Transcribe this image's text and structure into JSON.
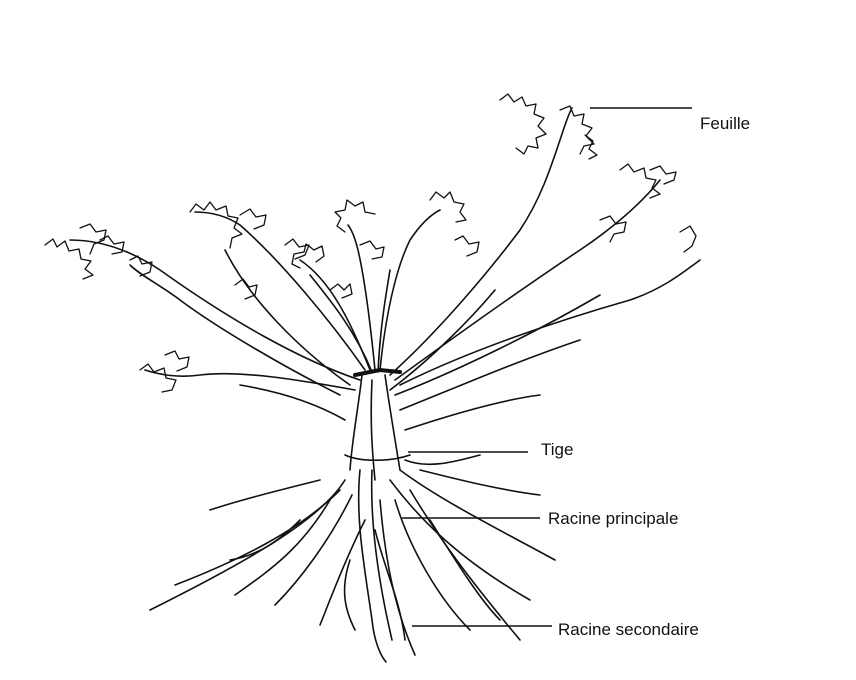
{
  "diagram": {
    "labels": {
      "leaf": "Feuille",
      "stem": "Tige",
      "main_root": "Racine principale",
      "secondary_root": "Racine secondaire"
    },
    "colors": {
      "ink": "#111111",
      "background": "#ffffff"
    }
  }
}
